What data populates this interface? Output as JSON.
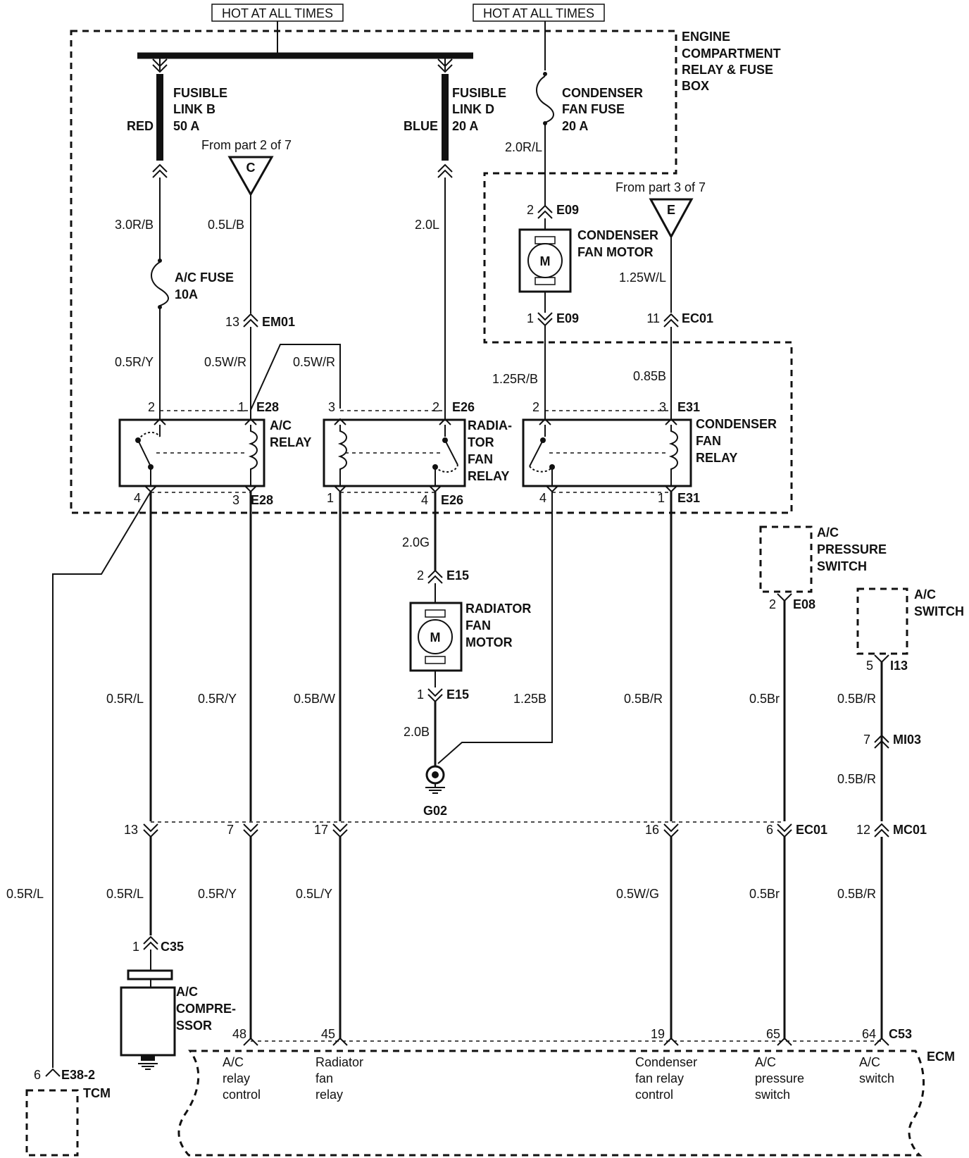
{
  "title": "",
  "hot_labels": [
    "HOT AT ALL TIMES",
    "HOT AT ALL TIMES"
  ],
  "box_label": [
    "ENGINE",
    "COMPARTMENT",
    "RELAY & FUSE",
    "BOX"
  ],
  "fusible_b": [
    "FUSIBLE",
    "LINK B",
    "50 A"
  ],
  "fusible_b_color": "RED",
  "fusible_d": [
    "FUSIBLE",
    "LINK D",
    "20 A"
  ],
  "fusible_d_color": "BLUE",
  "cond_fuse": [
    "CONDENSER",
    "FAN FUSE",
    "20 A"
  ],
  "ac_fuse": [
    "A/C FUSE",
    "10A"
  ],
  "from_c": "From part 2 of 7",
  "from_e": "From  part 3 of 7",
  "conn_c": "C",
  "conn_e": "E",
  "cond_motor": [
    "CONDENSER",
    "FAN MOTOR"
  ],
  "rad_motor": [
    "RADIATOR",
    "FAN",
    "MOTOR"
  ],
  "motor_symbol": "M",
  "ac_relay": [
    "A/C",
    "RELAY"
  ],
  "rad_relay": [
    "RADIA-",
    "TOR",
    "FAN",
    "RELAY"
  ],
  "cond_relay": [
    "CONDENSER",
    "FAN",
    "RELAY"
  ],
  "ac_pressure": [
    "A/C",
    "PRESSURE",
    "SWITCH"
  ],
  "ac_switch": [
    "A/C",
    "SWITCH"
  ],
  "compressor": [
    "A/C",
    "COMPRE-",
    "SSOR"
  ],
  "ground": "G02",
  "ecm": "ECM",
  "tcm": "TCM",
  "wire_labels": {
    "w1": "2.0R/L",
    "w2": "3.0R/B",
    "w3": "0.5L/B",
    "w4": "2.0L",
    "w5": "1.25W/L",
    "w6": "0.5R/Y",
    "w7": "0.5W/R",
    "w8": "0.5W/R",
    "w9": "1.25R/B",
    "w10": "0.85B",
    "w11": "2.0G",
    "w12": "0.5R/L",
    "w13": "0.5R/Y",
    "w14": "0.5B/W",
    "w15": "1.25B",
    "w16": "0.5B/R",
    "w17": "0.5Br",
    "w18": "0.5B/R",
    "w19": "2.0B",
    "w20": "0.5B/R",
    "w21": "0.5R/L",
    "w22": "0.5R/L",
    "w23": "0.5R/Y",
    "w24": "0.5L/Y",
    "w25": "0.5W/G",
    "w26": "0.5Br",
    "w27": "0.5B/R"
  },
  "pin_labels": {
    "e09_2": "2",
    "e09_2c": "E09",
    "e09_1": "1",
    "e09_1c": "E09",
    "em01": "13",
    "em01c": "EM01",
    "ec01_11": "11",
    "ec01_11c": "EC01",
    "e28_2": "2",
    "e28_1": "1",
    "e28_1c": "E28",
    "e26_3": "3",
    "e26_2": "2",
    "e26_2c": "E26",
    "e31_2": "2",
    "e31_3": "3",
    "e31_3c": "E31",
    "e28_4": "4",
    "e28_3": "3",
    "e28_3c": "E28",
    "e26_1": "1",
    "e26_4": "4",
    "e26_4c": "E26",
    "e31_4": "4",
    "e31_1": "1",
    "e31_1c": "E31",
    "e15_2": "2",
    "e15_2c": "E15",
    "e15_1": "1",
    "e15_1c": "E15",
    "e08_2": "2",
    "e08_2c": "E08",
    "i13_5": "5",
    "i13_5c": "I13",
    "mi03_7": "7",
    "mi03_7c": "MI03",
    "ec01_13": "13",
    "ec01_7": "7",
    "ec01_17": "17",
    "ec01_16": "16",
    "ec01_6": "6",
    "ec01_6c": "EC01",
    "mc01_12": "12",
    "mc01_12c": "MC01",
    "c35_1": "1",
    "c35_1c": "C35",
    "c53_48": "48",
    "c53_45": "45",
    "c53_19": "19",
    "c53_65": "65",
    "c53_64": "64",
    "c53_64c": "C53",
    "e38_6": "6",
    "e38_6c": "E38-2"
  },
  "ecm_pins": {
    "p48": [
      "A/C",
      "relay",
      "control"
    ],
    "p45": [
      "Radiator",
      "fan",
      "relay"
    ],
    "p19": [
      "Condenser",
      "fan relay",
      "control"
    ],
    "p65": [
      "A/C",
      "pressure",
      "switch"
    ],
    "p64": [
      "A/C",
      "switch"
    ]
  }
}
